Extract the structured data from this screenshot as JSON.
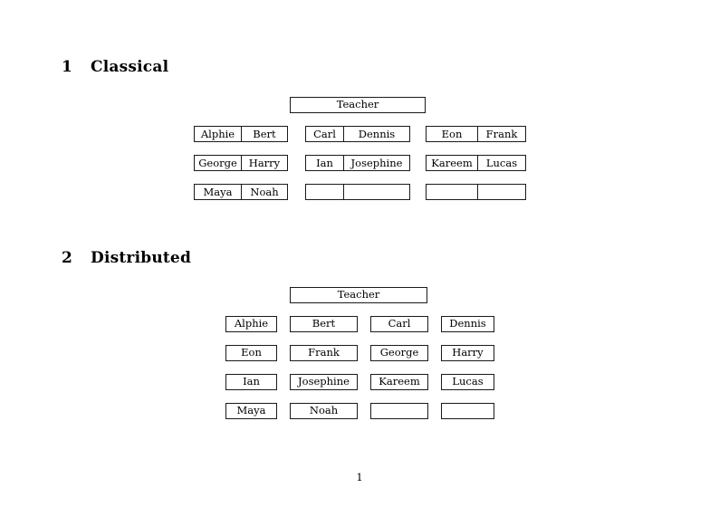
{
  "document": {
    "page_number": "1"
  },
  "sections": [
    {
      "number": "1",
      "title": "Classical",
      "teacher_label": "Teacher",
      "layout": "grouped-tabular",
      "groups": [
        {
          "name": "group-a",
          "rows": [
            [
              "Alphie",
              "Bert"
            ],
            [
              "George",
              "Harry"
            ],
            [
              "Maya",
              "Noah"
            ]
          ]
        },
        {
          "name": "group-b",
          "rows": [
            [
              "Carl",
              "Dennis"
            ],
            [
              "Ian",
              "Josephine"
            ],
            [
              "",
              ""
            ]
          ]
        },
        {
          "name": "group-c",
          "rows": [
            [
              "Eon",
              "Frank"
            ],
            [
              "Kareem",
              "Lucas"
            ],
            [
              "",
              ""
            ]
          ]
        }
      ]
    },
    {
      "number": "2",
      "title": "Distributed",
      "teacher_label": "Teacher",
      "layout": "detached-cells",
      "rows": [
        [
          "Alphie",
          "Bert",
          "Carl",
          "Dennis"
        ],
        [
          "Eon",
          "Frank",
          "George",
          "Harry"
        ],
        [
          "Ian",
          "Josephine",
          "Kareem",
          "Lucas"
        ],
        [
          "Maya",
          "Noah",
          "",
          ""
        ]
      ]
    }
  ]
}
